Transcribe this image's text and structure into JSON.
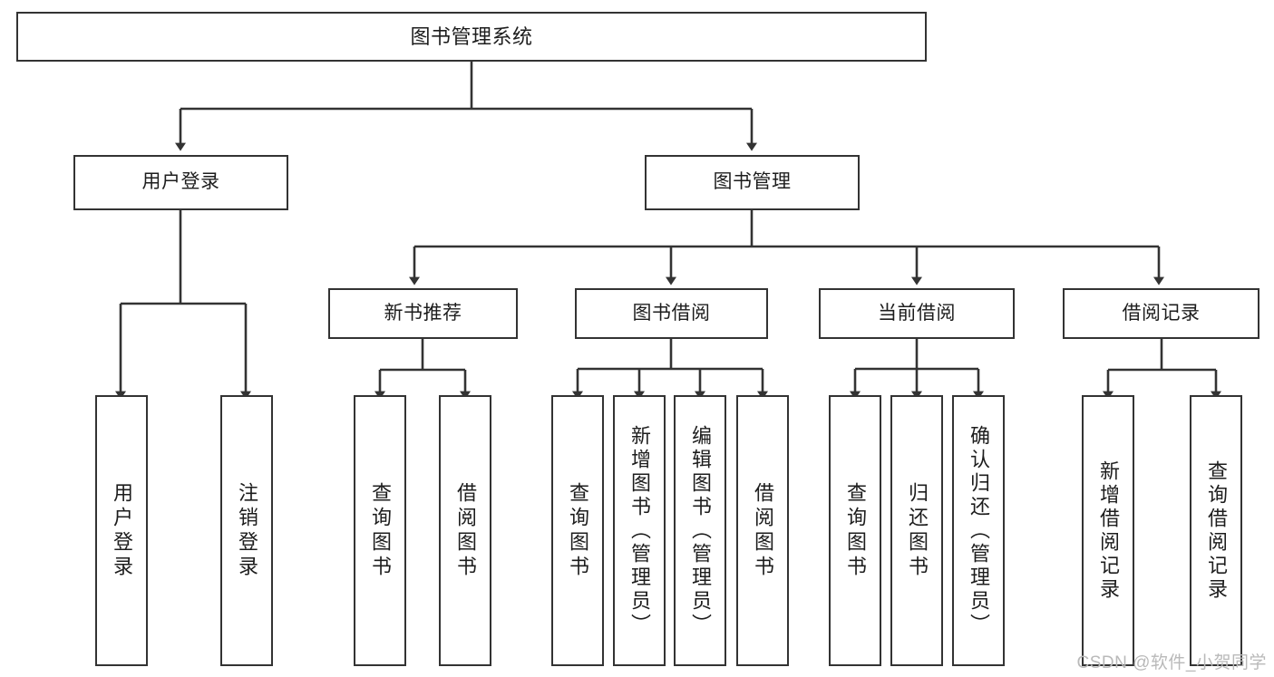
{
  "diagram": {
    "title": "图书管理系统",
    "type": "tree-hierarchy-chart",
    "watermark": "CSDN @软件_小贺同学",
    "colors": {
      "background": "#ffffff",
      "box_border": "#333333",
      "box_fill": "#ffffff",
      "connector": "#333333",
      "text": "#1d1d1d",
      "watermark": "#b9b9b9"
    },
    "nodes": {
      "root": {
        "label": "图书管理系统"
      },
      "level2": [
        {
          "id": "user-login",
          "label": "用户登录"
        },
        {
          "id": "book-manage",
          "label": "图书管理"
        }
      ],
      "level3": [
        {
          "id": "new-book-recommend",
          "label": "新书推荐"
        },
        {
          "id": "book-borrow",
          "label": "图书借阅"
        },
        {
          "id": "current-borrow",
          "label": "当前借阅"
        },
        {
          "id": "borrow-record",
          "label": "借阅记录"
        }
      ],
      "leaves": {
        "user_login": [
          {
            "id": "leaf-user-login",
            "label": "用户登录"
          },
          {
            "id": "leaf-logout-login",
            "label": "注销登录"
          }
        ],
        "new_book_recommend": [
          {
            "id": "leaf-query-book-1",
            "label": "查询图书"
          },
          {
            "id": "leaf-borrow-book-1",
            "label": "借阅图书"
          }
        ],
        "book_borrow": [
          {
            "id": "leaf-query-book-2",
            "label": "查询图书"
          },
          {
            "id": "leaf-add-book",
            "label": "新增图书（管理员）"
          },
          {
            "id": "leaf-edit-book",
            "label": "编辑图书（管理员）"
          },
          {
            "id": "leaf-borrow-book-2",
            "label": "借阅图书"
          }
        ],
        "current_borrow": [
          {
            "id": "leaf-query-book-3",
            "label": "查询图书"
          },
          {
            "id": "leaf-return-book",
            "label": "归还图书"
          },
          {
            "id": "leaf-confirm-return",
            "label": "确认归还（管理员）"
          }
        ],
        "borrow_record": [
          {
            "id": "leaf-add-record",
            "label": "新增借阅记录"
          },
          {
            "id": "leaf-query-record",
            "label": "查询借阅记录"
          }
        ]
      }
    }
  }
}
